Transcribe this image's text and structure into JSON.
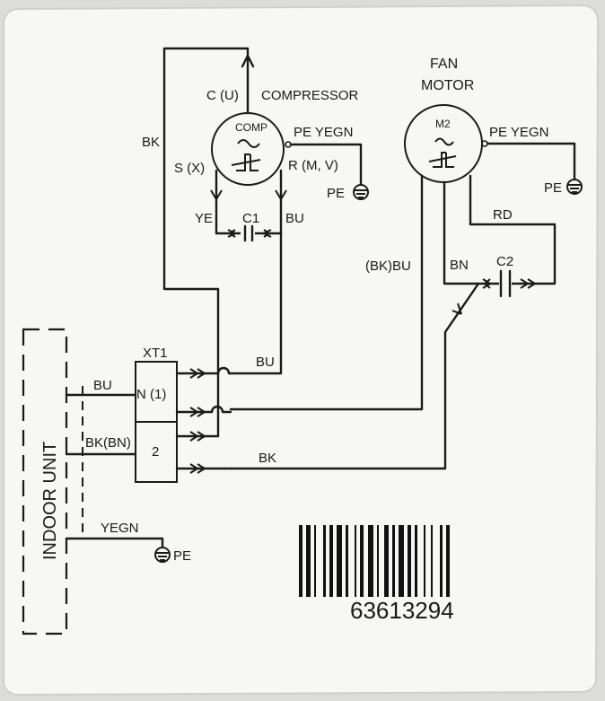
{
  "colors": {
    "label_bg": "#f7f7f5",
    "ink": "#1a1a1a",
    "background": "#dcdcda"
  },
  "compressor": {
    "title": "COMPRESSOR",
    "symbol": "COMP",
    "terminal_c": "C (U)",
    "terminal_s": "S (X)",
    "terminal_r": "R (M, V)",
    "pe": "PE YEGN",
    "ground": "PE"
  },
  "fan_motor": {
    "title_line1": "FAN",
    "title_line2": "MOTOR",
    "symbol": "M2",
    "pe": "PE YEGN",
    "ground": "PE"
  },
  "capacitors": {
    "c1": "C1",
    "c2": "C2"
  },
  "wires": {
    "bk_top": "BK",
    "ye": "YE",
    "bu_c1": "BU",
    "rd": "RD",
    "bn": "BN",
    "bk_bu": "(BK)BU",
    "bu_xt": "BU",
    "bk_bottom": "BK",
    "bu_indoor": "BU",
    "bk_bn_indoor": "BK(BN)",
    "yegn_indoor": "YEGN"
  },
  "terminal_block": {
    "name": "XT1",
    "t1": "N (1)",
    "t2": "2"
  },
  "indoor_unit": {
    "label": "INDOOR UNIT",
    "ground": "PE"
  },
  "barcode": {
    "number": "63613294"
  }
}
